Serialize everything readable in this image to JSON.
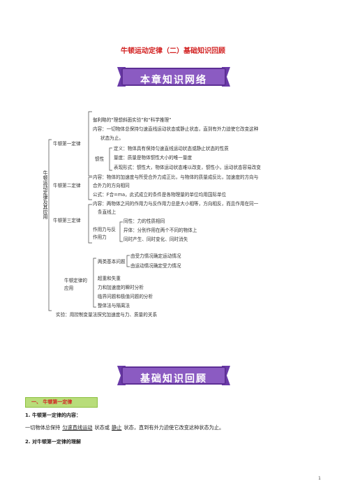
{
  "page": {
    "title": "牛顿运动定律（二）基础知识回顾",
    "banner1": "本章知识网络",
    "banner2": "基础知识回顾",
    "page_number": "1"
  },
  "mindmap": {
    "root": "牛顿运动定律及其应用",
    "first_law": {
      "label": "牛顿第一定律",
      "items": [
        "伽利略的“理想斜面实验”和“科学推理”",
        "内容：一切物体总保持匀速直线运动状态或静止状态，直到有外力迫使它改变这种",
        "状态为止。"
      ],
      "inertia": {
        "label": "惯性",
        "items": [
          "定义：物体具有保持匀速直线运动状态或静止状态的性质",
          "量度：质量是物体惯性大小的唯一量度",
          "表现形式：惯性大，物体运动状态难以改变，惯性小，运动状态容易改变"
        ]
      }
    },
    "second_law": {
      "label": "牛顿第二定律",
      "items": [
        "内容：物体的加速度与所受合外力成正比，与物体的质量成反比，加速度的方向与",
        "合外力的方向相同",
        "公式：F合=ma，此式成立的条件是各物理量的单位均用国际单位"
      ]
    },
    "third_law": {
      "label": "牛顿第三定律",
      "items": [
        "内容：两物体之间的作用力与反作用力总是大小相等，方向相反，而且作用在同一",
        "条直线上"
      ],
      "pair": {
        "label": "作用力与反作用力",
        "items": [
          "同性：力的性质相同",
          "异体：分别作用在两个不同的物体上",
          "同时产生、同时变化、同时消失"
        ]
      }
    },
    "application": {
      "label": "牛顿定律的应用",
      "two_types": {
        "label": "两类基本问题",
        "items": [
          "由受力情况确定运动情况",
          "由运动情况确定受力情况"
        ]
      },
      "items": [
        "超重和失重",
        "力和加速度的瞬时分析",
        "临界问题和极值问题的分析",
        "整体法与隔离法"
      ]
    },
    "experiment": "实验：用控制变量法探究加速度与力、质量的关系"
  },
  "section": {
    "label": "一、 牛顿第一定律",
    "h1": "1. 牛顿第一定律的内容：",
    "body_pre": "一切物体总保持",
    "blank1": "匀速直线运动",
    "body_mid": "状态或",
    "blank2": "静止",
    "body_post": "状态，直到有外力迫使它改变这种状态为止。",
    "h2": "2. 对牛顿第一定律的理解"
  }
}
